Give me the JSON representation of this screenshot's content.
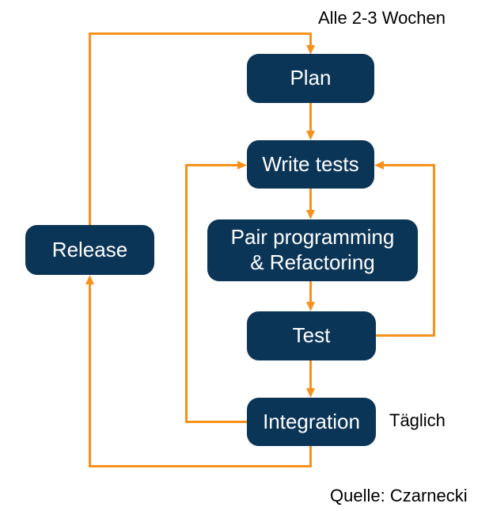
{
  "nodes": [
    {
      "id": "plan",
      "label": "Plan"
    },
    {
      "id": "write-tests",
      "label": "Write tests"
    },
    {
      "id": "pair-programming",
      "label": "Pair programming & Refactoring",
      "lines": [
        "Pair programming",
        "& Refactoring"
      ]
    },
    {
      "id": "test",
      "label": "Test"
    },
    {
      "id": "integration",
      "label": "Integration"
    },
    {
      "id": "release",
      "label": "Release"
    }
  ],
  "annotations": {
    "cycle": "Alle 2-3 Wochen",
    "daily": "Täglich",
    "source": "Quelle: Czarnecki"
  },
  "colors": {
    "node_fill": "#0B3557",
    "node_text": "#FFFFFF",
    "arrow": "#F8911B",
    "annotation_text": "#000000",
    "background": "#FFFFFF"
  }
}
